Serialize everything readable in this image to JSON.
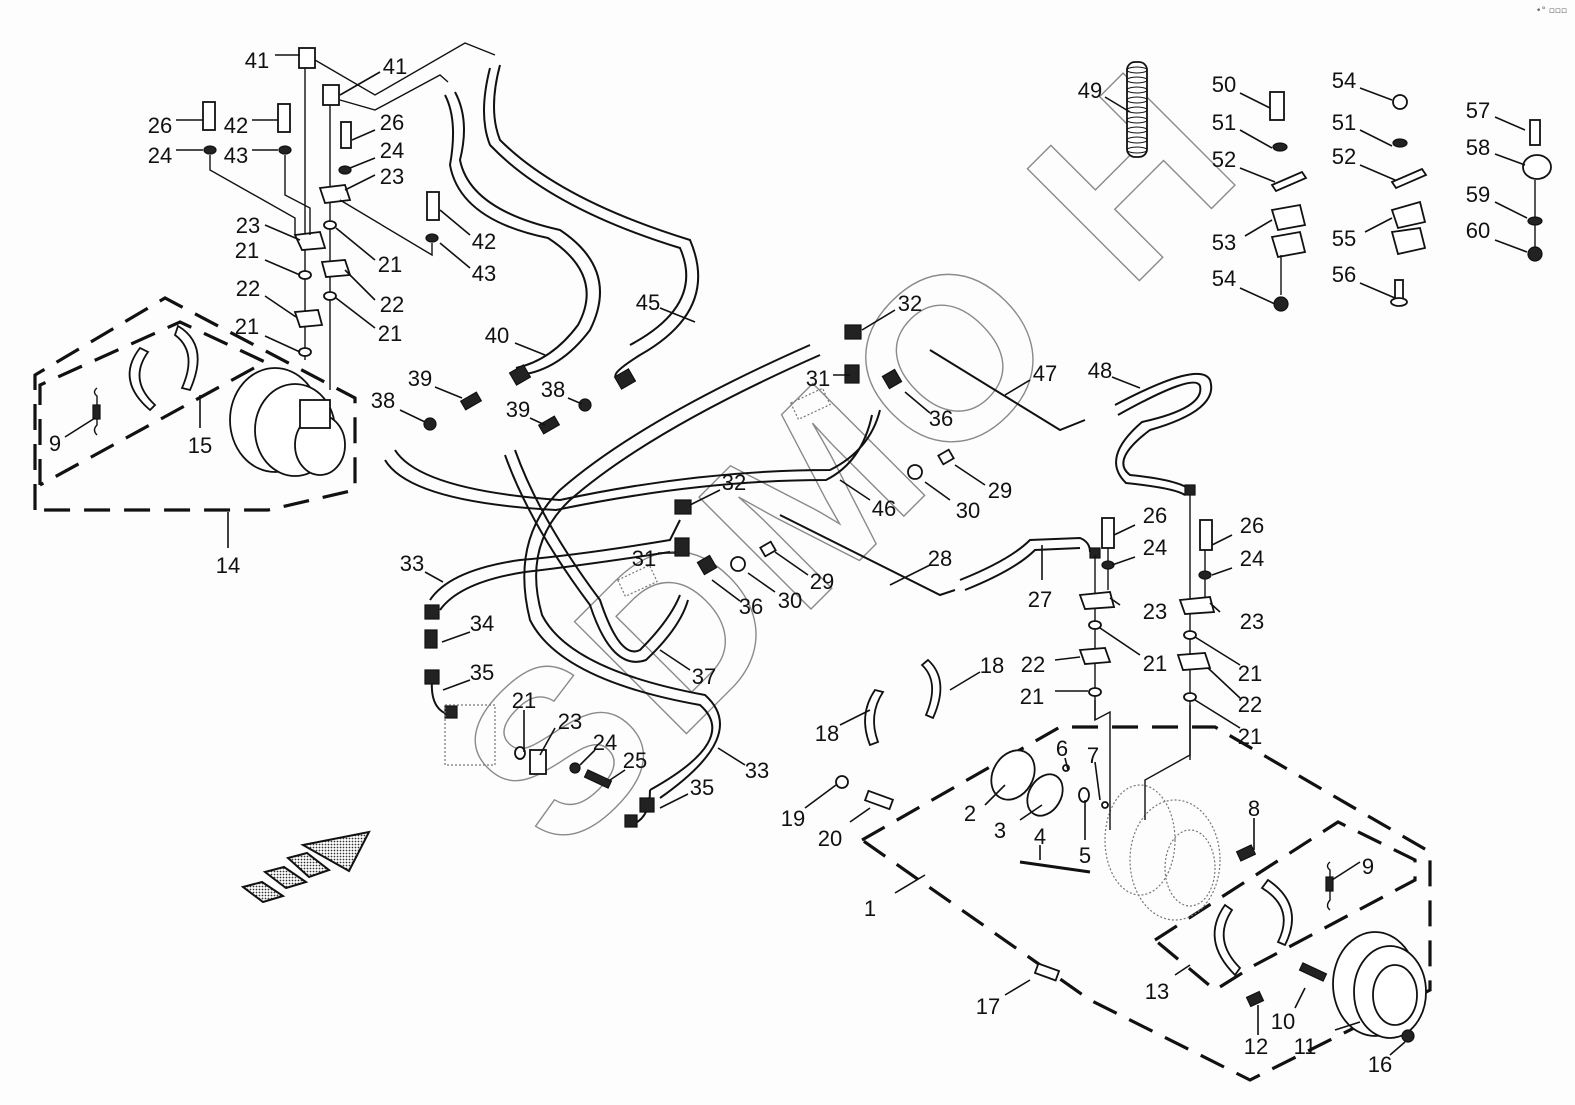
{
  "diagram": {
    "type": "exploded-parts-diagram",
    "subject": "Hydraulic hoses, wheel motors and brake assemblies",
    "watermark": "SDMO H",
    "corner_mark": "•° ▫▫▫",
    "direction_arrow": "forward-direction-arrow"
  },
  "callouts": [
    {
      "id": "c1",
      "label": "1"
    },
    {
      "id": "c2",
      "label": "2"
    },
    {
      "id": "c3",
      "label": "3"
    },
    {
      "id": "c4",
      "label": "4"
    },
    {
      "id": "c5",
      "label": "5"
    },
    {
      "id": "c6",
      "label": "6"
    },
    {
      "id": "c7",
      "label": "7"
    },
    {
      "id": "c8",
      "label": "8"
    },
    {
      "id": "c9a",
      "label": "9"
    },
    {
      "id": "c9b",
      "label": "9"
    },
    {
      "id": "c10",
      "label": "10"
    },
    {
      "id": "c11",
      "label": "11"
    },
    {
      "id": "c12",
      "label": "12"
    },
    {
      "id": "c13",
      "label": "13"
    },
    {
      "id": "c14",
      "label": "14"
    },
    {
      "id": "c15",
      "label": "15"
    },
    {
      "id": "c16",
      "label": "16"
    },
    {
      "id": "c17",
      "label": "17"
    },
    {
      "id": "c18a",
      "label": "18"
    },
    {
      "id": "c18b",
      "label": "18"
    },
    {
      "id": "c19",
      "label": "19"
    },
    {
      "id": "c20",
      "label": "20"
    },
    {
      "id": "c21a",
      "label": "21"
    },
    {
      "id": "c21b",
      "label": "21"
    },
    {
      "id": "c21c",
      "label": "21"
    },
    {
      "id": "c21d",
      "label": "21"
    },
    {
      "id": "c21e",
      "label": "21"
    },
    {
      "id": "c21f",
      "label": "21"
    },
    {
      "id": "c21g",
      "label": "21"
    },
    {
      "id": "c21h",
      "label": "21"
    },
    {
      "id": "c21i",
      "label": "21"
    },
    {
      "id": "c22a",
      "label": "22"
    },
    {
      "id": "c22b",
      "label": "22"
    },
    {
      "id": "c22c",
      "label": "22"
    },
    {
      "id": "c22d",
      "label": "22"
    },
    {
      "id": "c23a",
      "label": "23"
    },
    {
      "id": "c23b",
      "label": "23"
    },
    {
      "id": "c23c",
      "label": "23"
    },
    {
      "id": "c23d",
      "label": "23"
    },
    {
      "id": "c23e",
      "label": "23"
    },
    {
      "id": "c24a",
      "label": "24"
    },
    {
      "id": "c24b",
      "label": "24"
    },
    {
      "id": "c24c",
      "label": "24"
    },
    {
      "id": "c24d",
      "label": "24"
    },
    {
      "id": "c24e",
      "label": "24"
    },
    {
      "id": "c25",
      "label": "25"
    },
    {
      "id": "c26a",
      "label": "26"
    },
    {
      "id": "c26b",
      "label": "26"
    },
    {
      "id": "c26c",
      "label": "26"
    },
    {
      "id": "c26d",
      "label": "26"
    },
    {
      "id": "c27",
      "label": "27"
    },
    {
      "id": "c28",
      "label": "28"
    },
    {
      "id": "c29a",
      "label": "29"
    },
    {
      "id": "c29b",
      "label": "29"
    },
    {
      "id": "c30a",
      "label": "30"
    },
    {
      "id": "c30b",
      "label": "30"
    },
    {
      "id": "c31a",
      "label": "31"
    },
    {
      "id": "c31b",
      "label": "31"
    },
    {
      "id": "c32a",
      "label": "32"
    },
    {
      "id": "c32b",
      "label": "32"
    },
    {
      "id": "c33a",
      "label": "33"
    },
    {
      "id": "c33b",
      "label": "33"
    },
    {
      "id": "c34",
      "label": "34"
    },
    {
      "id": "c35a",
      "label": "35"
    },
    {
      "id": "c35b",
      "label": "35"
    },
    {
      "id": "c36a",
      "label": "36"
    },
    {
      "id": "c36b",
      "label": "36"
    },
    {
      "id": "c37",
      "label": "37"
    },
    {
      "id": "c38a",
      "label": "38"
    },
    {
      "id": "c38b",
      "label": "38"
    },
    {
      "id": "c39a",
      "label": "39"
    },
    {
      "id": "c39b",
      "label": "39"
    },
    {
      "id": "c40",
      "label": "40"
    },
    {
      "id": "c41a",
      "label": "41"
    },
    {
      "id": "c41b",
      "label": "41"
    },
    {
      "id": "c42a",
      "label": "42"
    },
    {
      "id": "c42b",
      "label": "42"
    },
    {
      "id": "c43a",
      "label": "43"
    },
    {
      "id": "c43b",
      "label": "43"
    },
    {
      "id": "c45",
      "label": "45"
    },
    {
      "id": "c46",
      "label": "46"
    },
    {
      "id": "c47",
      "label": "47"
    },
    {
      "id": "c48",
      "label": "48"
    },
    {
      "id": "c49",
      "label": "49"
    },
    {
      "id": "c50",
      "label": "50"
    },
    {
      "id": "c51a",
      "label": "51"
    },
    {
      "id": "c51b",
      "label": "51"
    },
    {
      "id": "c52a",
      "label": "52"
    },
    {
      "id": "c52b",
      "label": "52"
    },
    {
      "id": "c53",
      "label": "53"
    },
    {
      "id": "c54a",
      "label": "54"
    },
    {
      "id": "c54b",
      "label": "54"
    },
    {
      "id": "c55",
      "label": "55"
    },
    {
      "id": "c56",
      "label": "56"
    },
    {
      "id": "c57",
      "label": "57"
    },
    {
      "id": "c58",
      "label": "58"
    },
    {
      "id": "c59",
      "label": "59"
    },
    {
      "id": "c60",
      "label": "60"
    }
  ]
}
